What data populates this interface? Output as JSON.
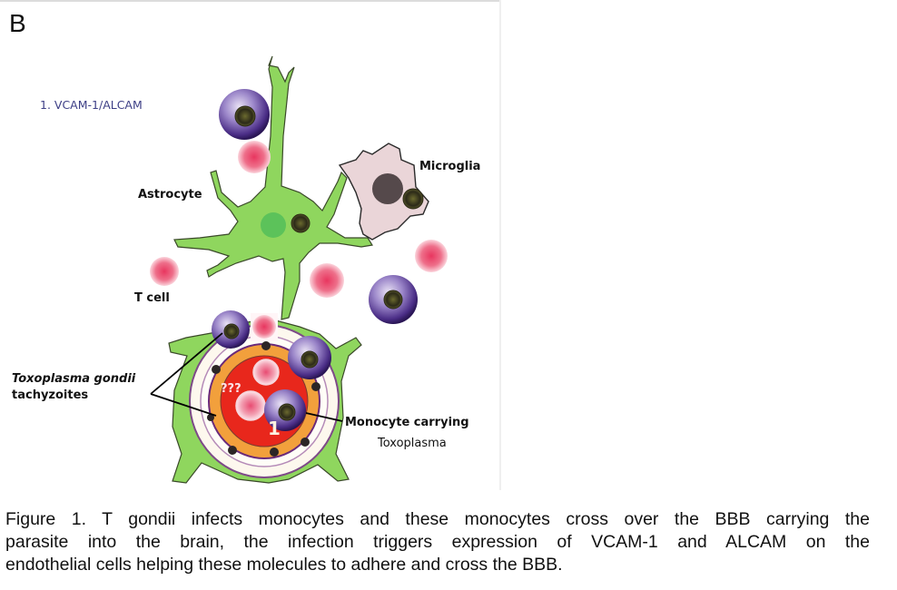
{
  "figure": {
    "panel_letter": "B",
    "labels": {
      "vcam": "1. VCAM-1/ALCAM",
      "microglia": "Microglia",
      "astrocyte": "Astrocyte",
      "tcell": "T cell",
      "toxo_line1": "Toxoplasma gondii",
      "toxo_line2": "tachyzoites",
      "monocyte_line1": "Monocyte carrying",
      "monocyte_line2": "Toxoplasma",
      "question": "???",
      "step_number": "1"
    },
    "colors": {
      "astrocyte": "#8fd65e",
      "monocyte": "#6a4fa8",
      "tcell": "#e8506e",
      "microglia": "#ead5d8",
      "lumen": "#e8271c",
      "endothelium": "#f2a03c",
      "label_blue": "#3d3f86"
    }
  },
  "caption": {
    "line1": "Figure 1. T gondii infects monocytes and these monocytes cross over the BBB carrying the",
    "line2": "parasite into the brain, the infection triggers expression of VCAM-1 and ALCAM on the",
    "line3": "endothelial cells helping these molecules to adhere and cross the BBB."
  }
}
